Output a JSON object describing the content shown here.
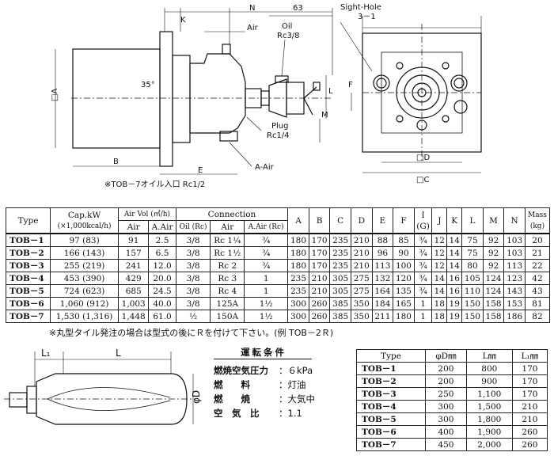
{
  "drawing": {
    "labels": {
      "k": "K",
      "n": "N",
      "dim63": "63",
      "air": "Air",
      "oil": "Oil",
      "oil_thread": "Rc3/8",
      "angle": "35°",
      "a": "□A",
      "l": "L",
      "m": "M",
      "plug": "Plug",
      "plug_thread": "Rc1/4",
      "a_air": "A-Air",
      "b": "B",
      "e": "E",
      "sight_hole": "Sight-Hole",
      "sight_hole_n": "3－1",
      "d": "□D",
      "c": "□C",
      "f": "F"
    },
    "note_tob7": "※TOB－7オイル入口 Rc1/2"
  },
  "spec_table": {
    "headers": {
      "type": "Type",
      "cap": "Cap.kW",
      "cap_unit": "(×1,000kcal/h)",
      "airvol": "Air Vol (㎥/h)",
      "air": "Air",
      "a_air": "A.Air",
      "connection": "Connection",
      "oil_rc": "Oil (Rc)",
      "conn_air": "Air",
      "conn_a_air": "A.Air (Rc)",
      "a": "A",
      "b": "B",
      "c": "C",
      "d": "D",
      "e": "E",
      "f": "F",
      "i": "I",
      "i_g": "(G)",
      "j": "J",
      "k": "K",
      "l": "L",
      "m": "M",
      "n": "N",
      "mass": "Mass",
      "mass_unit": "(kg)"
    },
    "rows": [
      [
        "TOB－1",
        "97 (83)",
        "91",
        "2.5",
        "3/8",
        "Rc 1¼",
        "¾",
        "180",
        "170",
        "235",
        "210",
        "88",
        "85",
        "¾",
        "12",
        "14",
        "75",
        "92",
        "103",
        "20"
      ],
      [
        "TOB－2",
        "166 (143)",
        "157",
        "6.5",
        "3/8",
        "Rc 1½",
        "¾",
        "180",
        "170",
        "235",
        "210",
        "96",
        "90",
        "¾",
        "12",
        "14",
        "75",
        "92",
        "103",
        "21"
      ],
      [
        "TOB－3",
        "255 (219)",
        "241",
        "12.0",
        "3/8",
        "Rc 2",
        "¾",
        "180",
        "170",
        "235",
        "210",
        "113",
        "100",
        "¾",
        "12",
        "14",
        "80",
        "92",
        "113",
        "22"
      ],
      [
        "TOB－4",
        "453 (390)",
        "429",
        "20.0",
        "3/8",
        "Rc 3",
        "1",
        "235",
        "210",
        "305",
        "275",
        "132",
        "120",
        "¾",
        "14",
        "16",
        "105",
        "124",
        "123",
        "42"
      ],
      [
        "TOB－5",
        "724 (623)",
        "685",
        "24.5",
        "3/8",
        "Rc 4",
        "1",
        "235",
        "210",
        "305",
        "275",
        "164",
        "135",
        "¾",
        "14",
        "16",
        "110",
        "124",
        "143",
        "43"
      ],
      [
        "TOB－6",
        "1,060 (912)",
        "1,003",
        "40.0",
        "3/8",
        "125A",
        "1½",
        "300",
        "260",
        "385",
        "350",
        "184",
        "165",
        "1",
        "18",
        "19",
        "150",
        "158",
        "153",
        "81"
      ],
      [
        "TOB－7",
        "1,530 (1,316)",
        "1,448",
        "61.0",
        "½",
        "150A",
        "1½",
        "300",
        "260",
        "385",
        "350",
        "211",
        "180",
        "1",
        "18",
        "19",
        "150",
        "158",
        "186",
        "82"
      ]
    ]
  },
  "note_round_tile": "※丸型タイル発注の場合は型式の後にＲを付けて下さい。(例 TOB－2Ｒ)",
  "tile_drawing": {
    "l1": "L₁",
    "l": "L",
    "phi_d": "φD"
  },
  "conditions": {
    "title": "運転条件",
    "items": [
      {
        "k": "燃焼空気圧力",
        "v": "：６kPa"
      },
      {
        "k": "燃　　料",
        "v": "：灯油"
      },
      {
        "k": "燃　　焼",
        "v": "：大気中"
      },
      {
        "k": "空　気　比",
        "v": "：1.1"
      }
    ]
  },
  "tile_table": {
    "headers": [
      "Type",
      "φD㎜",
      "L㎜",
      "L₁㎜"
    ],
    "rows": [
      [
        "TOB－1",
        "200",
        "800",
        "170"
      ],
      [
        "TOB－2",
        "200",
        "900",
        "170"
      ],
      [
        "TOB－3",
        "250",
        "1,100",
        "170"
      ],
      [
        "TOB－4",
        "300",
        "1,500",
        "210"
      ],
      [
        "TOB－5",
        "300",
        "1,800",
        "210"
      ],
      [
        "TOB－6",
        "400",
        "1,900",
        "260"
      ],
      [
        "TOB－7",
        "450",
        "2,000",
        "260"
      ]
    ]
  }
}
